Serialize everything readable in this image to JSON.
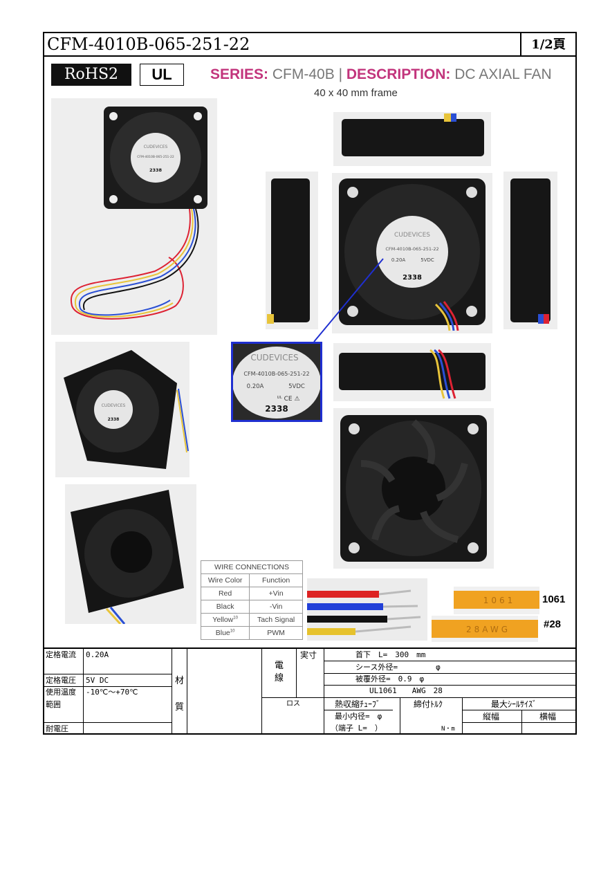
{
  "header": {
    "part_number": "CFM-4010B-065-251-22",
    "page": "1/2頁"
  },
  "badges": {
    "rohs": "RoHS2",
    "ul": "UL"
  },
  "series": {
    "series_key": "SERIES:",
    "series_value": "CFM-40B",
    "separator": "|",
    "desc_key": "DESCRIPTION:",
    "desc_value": "DC AXIAL FAN",
    "frame": "40 x 40 mm frame"
  },
  "fan_label": {
    "brand": "CUDEVICES",
    "model": "CFM-4010B-065-251-22",
    "current": "0.20A",
    "voltage": "5VDC",
    "marks": "ᵁᴸ CE ⚠",
    "code": "2338"
  },
  "wire_table": {
    "title": "WIRE CONNECTIONS",
    "headers": [
      "Wire Color",
      "Function"
    ],
    "rows": [
      [
        "Red",
        "+Vin"
      ],
      [
        "Black",
        "-Vin"
      ],
      [
        "Yellow",
        "Tach Signal"
      ],
      [
        "Blue",
        "PWM"
      ]
    ],
    "row_note": "10"
  },
  "wire_labels": {
    "label_1061": "1061",
    "label_28": "#28",
    "sleeve_1": "1061",
    "sleeve_2": "28AWG"
  },
  "specs": {
    "rated_current_label": "定格電流",
    "rated_current": "0.20A",
    "rated_voltage_label": "定格電圧",
    "rated_voltage": "5V DC",
    "temp_label_1": "使用温度",
    "temp_label_2": "範囲",
    "temp_range": "-10℃～+70℃",
    "withstand_label": "耐電圧",
    "material_1": "材",
    "material_2": "質",
    "wire_1": "電",
    "wire_2": "線",
    "actual_size": "実寸",
    "length": "首下　L=　300　mm",
    "sheath_od": "シース外径=　　　　　φ",
    "insulation_od": "被覆外径=　0.9　φ",
    "ul_awg": "UL1061　　AWG　28",
    "loss": "ロス",
    "heat_shrink": "熱収縮ﾁｭｰﾌﾞ",
    "min_id": "最小内径=　φ",
    "terminal": "（端子 L=　）",
    "torque": "締付ﾄﾙｸ",
    "torque_unit": "N・m",
    "max_seal": "最大ｼｰﾙｻｲｽﾞ",
    "vertical_width": "縦幅",
    "horizontal_width": "横幅"
  }
}
